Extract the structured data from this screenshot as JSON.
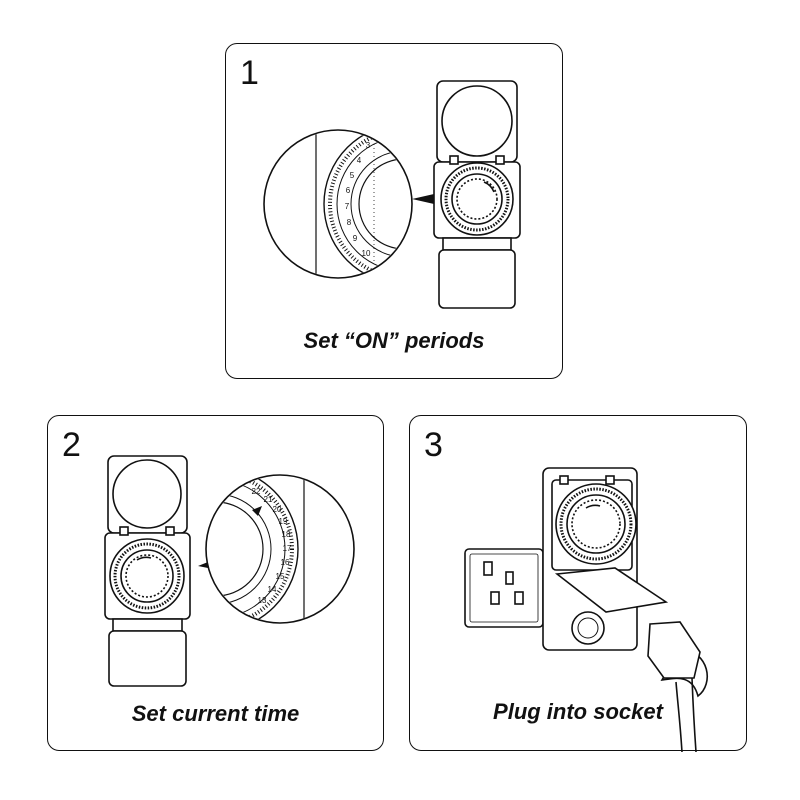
{
  "steps": [
    {
      "number": "1",
      "caption": "Set “ON” periods"
    },
    {
      "number": "2",
      "caption": "Set current time"
    },
    {
      "number": "3",
      "caption": "Plug into socket"
    }
  ],
  "magnifier_dial_labels": {
    "step1": [
      "3",
      "4",
      "5",
      "6",
      "7",
      "8",
      "9",
      "10"
    ],
    "step2": [
      "22",
      "21",
      "20",
      "19",
      "18",
      "17",
      "16",
      "15",
      "14",
      "13"
    ]
  },
  "icons": {
    "timer": "timer-device-icon",
    "magnifier": "magnifier-icon",
    "wall_socket": "wall-socket-icon",
    "plug": "plug-icon"
  },
  "colors": {
    "line": "#111111",
    "background": "#ffffff"
  }
}
